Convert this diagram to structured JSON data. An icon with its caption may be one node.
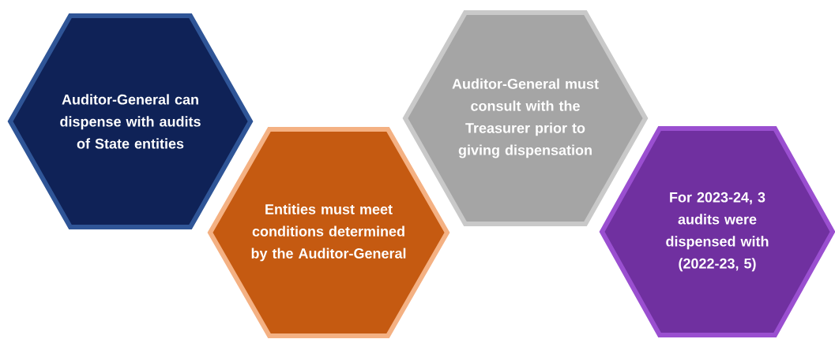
{
  "diagram": {
    "nodes": [
      {
        "text": [
          "Auditor-General can dispense with audits of State entities"
        ]
      },
      {
        "text": [
          "Entities must meet conditions determined by the Auditor-General"
        ]
      },
      {
        "text": [
          "Auditor-General must consult with the Treasurer prior to giving dispensation"
        ]
      },
      {
        "text": [
          "For 2023-24, 3 audits were dispensed with (2022-23, 5)"
        ]
      }
    ]
  }
}
